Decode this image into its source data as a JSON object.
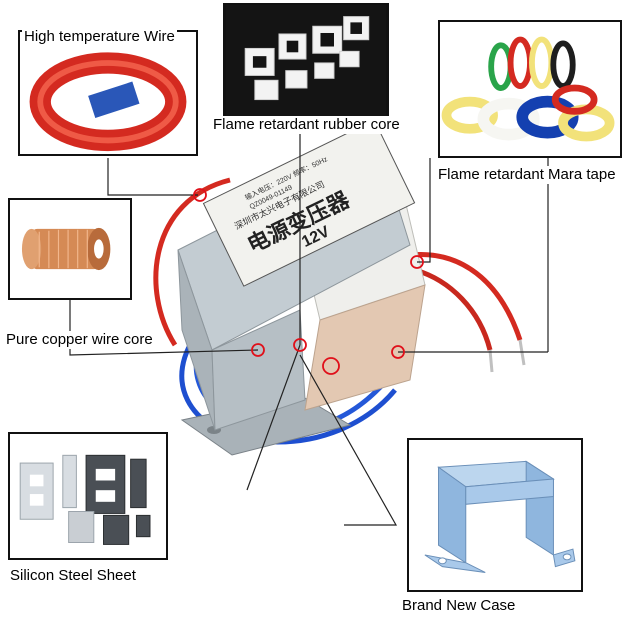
{
  "callouts": {
    "wire": "High temperature Wire",
    "rubber_core": "Flame retardant rubber core",
    "mara_tape": "Flame retardant Mara tape",
    "copper_core": "Pure copper wire core",
    "silicon_steel": "Silicon Steel Sheet",
    "case": "Brand New Case"
  },
  "label": {
    "title": "电源变压器",
    "voltage": "12V",
    "company": "深圳市太兴电子有限公司",
    "specs_line1": "输入电压：220V 频率：50Hz",
    "specs_line2": "QZ0049-01149"
  },
  "colors": {
    "wire_red": "#d42a20",
    "wire_blue": "#1e4fd0",
    "marker_red": "#e0101a",
    "frame_steel": "#b9c2c8",
    "case_blue": "#9fc3e6"
  }
}
